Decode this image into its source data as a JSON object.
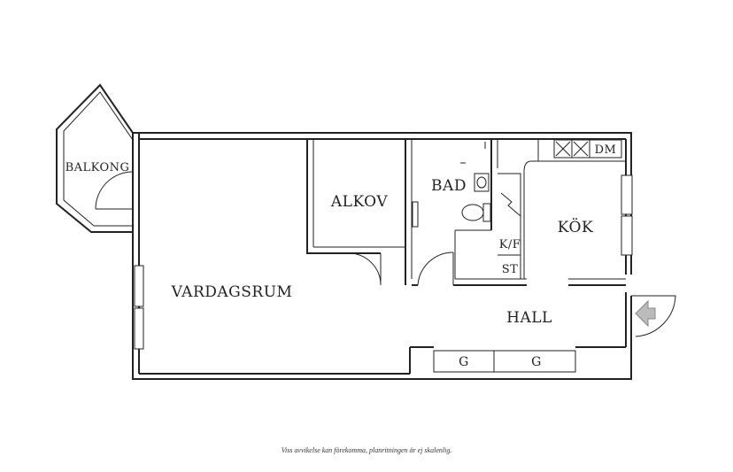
{
  "rooms": {
    "balkong": "BALKONG",
    "vardagsrum": "VARDAGSRUM",
    "alkov": "ALKOV",
    "bad": "BAD",
    "kok": "KÖK",
    "dm": "DM",
    "kf": "K/F",
    "st": "ST",
    "hall": "HALL",
    "g1": "G",
    "g2": "G"
  },
  "caption": "Viss avvikelse kan förekomma, planritningen är ej skalenlig.",
  "colors": {
    "line": "#222222",
    "background": "#ffffff"
  },
  "icons": {
    "entrance": "entrance-arrow-icon"
  }
}
